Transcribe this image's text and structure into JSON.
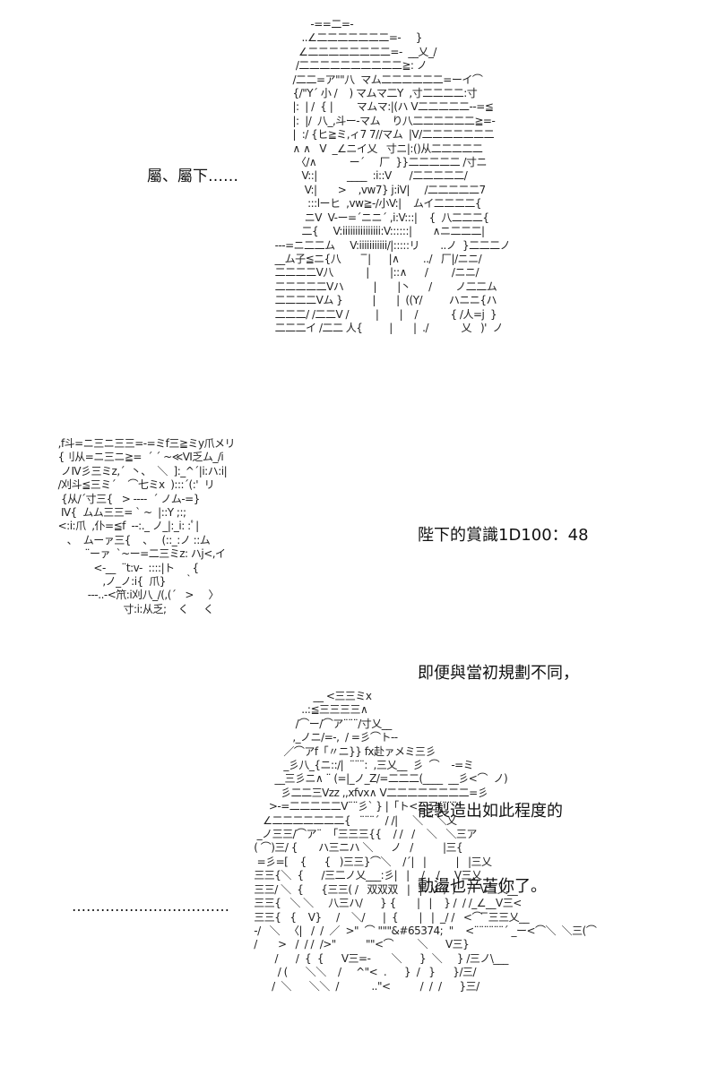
{
  "speech": {
    "subordinate": "屬、屬下……"
  },
  "narration": {
    "line1": "陛下的賞識1D100：48",
    "line2": "即便與當初規劃不同，",
    "line3": "能製造出如此程度的",
    "line4": "動盪也辛苦你了。"
  },
  "ellipsis": "……………………………",
  "ascii_art": {
    "figure_top": "              -==二=-\n           ..∠二二二二二二二=-     }\n          ∠二二二二二二二二=-  __乂_/\n         /二二二二二二二二二二≧: ノ\n        /二二=ア\"\"八  マム二二二二二二=ーイ⌒\n        {/\"Y´ 小 /    ) マムマ二Y  ,寸二二二二:寸\n        |:  | /  { |        マムマ:|(ハ V二二二二二--=≦\n        |:  |/  八_,斗ー-マム    り八二二二二二二≧=-\n        |  :/ {ヒ≧ミ,ィ7 7//マム  |V/二二二二二二二\n        ∧ ∧   V  _∠ニイ乂   寸ニ|:()从二二二二二\n         〈/∧           ー´     厂  }}二二二二二 /寸ニ\n           V::|          ____  :i::V      /二二二二二/\n            V:|       >    ,vw7} j:iV|     /二二二二二7\n             :::lーヒ  ,vw≧-/小V:|    ムイ二二二二{\n            ニV  V-ー=´ニニ´ ,i:V:::|    {  八二二二{\n           二{     V:iiiiiiiiiiiiiii:V::::::|       ∧ニ二二二|\n  ---=ニ二二ム     V:iiiiiiiiiii/|:::::リ       ..ノ  }二二二ノ\n  __ム子≦ニ{八        ̄ ̄|      |∧        ../   厂|/ニニ/\n  二二二二V八           |       |::∧      /        /ニニ/\n  二二二二二Vハ          |       |丶      /        ノ二二ム\n  二二二二Vム }          |       |  ((Y/         ハニニ{ハ\n  二二二/ /二二V /         |       |    /           { /人=j  }\n  二二二イ /二二 人{         |       |  ./           乂   )'  ノ",
    "figure_mid": "  ,f斗=ニ三ニ三三=-=ミf三≧ミy爪メリ\n  {刂从=ニ三ニ≧=  ´ ´ ~≪Ⅵ乏ム_/i\n   ノⅣ彡三ミz,´  丶、  ＼  ]:_^´|i:ハ:i|\n  /刈斗≦三ミ´    ⌒七ミx  ):::´(:'  リ\n   {从/´寸三{   > ----  ´ ノム-=}\n   Ⅳ{  ムム三三= ` ~  |::Y ;:;\n  <:i:爪  ,仆=≦f  --:._ ノ_|:_i: :ﾟ|\n     、  ムーァ三{    、   (::_:ノ ::ム\n           ¨ーァ  `~ー=二三ミz: ハj<,イ\n              <-__  ¨t:v-  ::::|ト      {\n                 ,ノ_ノ:i{  爪}      ｀\n            ---..-<笊:i刈八_/(,(´   >     〉\n                        寸:i:从乏;    く     く",
    "figure_bottom": "                        __ <三三ミx\n                    ..:≦三三三三∧\n                  /⌒ー/⌒ア¨¨¨/寸乂__\n                 ,_ノニ/=-,  / =彡⌒ト--\n              ／⌒アf「〃ニ}} fx赴ァメミ三彡\n              _彡八_{ニ::/|  ¨¨¨:  ,三乂__  彡  ⌒    -=ミ\n           __三彡ニ∧ ¨ (=|_ノ_Z/=二二二(____  __彡<⌒  ノ)\n             彡二二三Vzz ,,xfvx∧ V二二二二二二二二=彡\n         >-=二二二二二V¨¨彡` } |「ト<三三(¨¨¨´\n       ∠二二二二二二二{   ¨¨¨´  / /|     ＼⌒ ＼乂\n     _ノ三三/⌒ア¨  「三三三{{    / /   /    ＼   ＼三ア\n    ( ⌒)三/ {       ハ三ニハ ＼      ノ   /          |三{\n     =彡=[    {      {   )三三}⌒＼    /´|   |          |   |三乂\n    三三{＼  {      /三二ノ乂___:彡|   |    /    /     V三乂\n    三三/ ＼  {      {三三( /   双双双   |   |   V  /  /    /   V三乂__\n    三三{   ＼ ＼     八三ハ/      } {       |   |    } /  / /_∠__V三<\n    三三{   {    V}     /    ＼/      |  {       |   |  _/ /   <⌒ ̄ ̄三三乂__\n    -/   ＼   〈|   /  /  ／  >\"  ⌒ \"\"\"&#65374;  \"    <¨¨¨¨¨¨´ _ー<⌒＼  ＼三(⌒\n    /       >   /  / /  />\"          \"\"<⌒        ＼      V三}\n           /      /  {  {      V三=-       ＼      }  ＼     } /三ノ\\___\n            / (      ＼＼    /     ^\"<  .      }  /   }      }/三/\n          /  ＼      ＼＼  /           ..\"<          /  /  /      }三/"
  }
}
